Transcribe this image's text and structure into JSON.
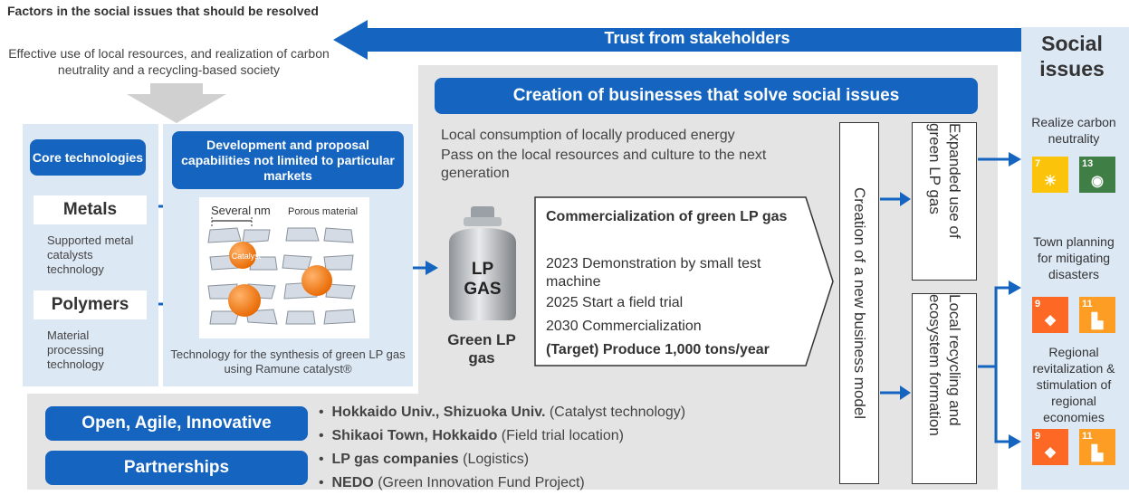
{
  "top_banner": {
    "factors_title": "Factors in the social issues that should be resolved",
    "factors_body": "Effective use of local resources, and realization of carbon neutrality and a recycling-based society",
    "trust_label": "Trust from stakeholders"
  },
  "social_issues": {
    "title": "Social issues",
    "items": [
      {
        "label": "Realize carbon neutrality",
        "sdgs": [
          {
            "num": "7",
            "color": "#fcc30b"
          },
          {
            "num": "13",
            "color": "#3f7e44"
          }
        ]
      },
      {
        "label": "Town planning for mitigating disasters",
        "sdgs": [
          {
            "num": "9",
            "color": "#fd6925"
          },
          {
            "num": "11",
            "color": "#fd9d24"
          }
        ]
      },
      {
        "label": "Regional revitalization & stimulation of regional economies",
        "sdgs": [
          {
            "num": "9",
            "color": "#fd6925"
          },
          {
            "num": "11",
            "color": "#fd9d24"
          }
        ]
      }
    ]
  },
  "core": {
    "heading": "Core technologies",
    "metals_label": "Metals",
    "metals_desc": "Supported metal catalysts technology",
    "polymers_label": "Polymers",
    "polymers_desc": "Material processing technology"
  },
  "development": {
    "heading": "Development and proposal capabilities not limited to particular markets",
    "scale_label": "Several nm",
    "porous_label": "Porous material",
    "catalyst_label": "Catalyst",
    "caption": "Technology for the synthesis of green LP gas using Ramune catalyst®"
  },
  "creation": {
    "heading": "Creation of businesses that solve social issues",
    "line1": "Local consumption of locally produced energy",
    "line2": "Pass on the local resources and culture to the next generation",
    "cylinder_label1": "LP",
    "cylinder_label2": "GAS",
    "green_lp_label": "Green LP gas",
    "commercialization": {
      "title": "Commercialization of green LP gas",
      "items": [
        "2023 Demonstration by small test machine",
        "2025 Start a field trial",
        "2030 Commercialization"
      ],
      "target": "(Target) Produce 1,000 tons/year"
    },
    "new_model": "Creation of a new business model",
    "expanded_use": "Expanded use of green LP gas",
    "recycling": "Local recycling and ecosystem formation"
  },
  "partnerships": {
    "open_label": "Open, Agile, Innovative",
    "partnerships_label": "Partnerships",
    "items": [
      {
        "bold": "Hokkaido Univ., Shizuoka Univ.",
        "note": "(Catalyst technology)"
      },
      {
        "bold": "Shikaoi Town, Hokkaido",
        "note": "(Field trial location)"
      },
      {
        "bold": "LP gas companies",
        "note": "(Logistics)"
      },
      {
        "bold": "NEDO",
        "note": "(Green Innovation Fund Project)"
      }
    ]
  }
}
